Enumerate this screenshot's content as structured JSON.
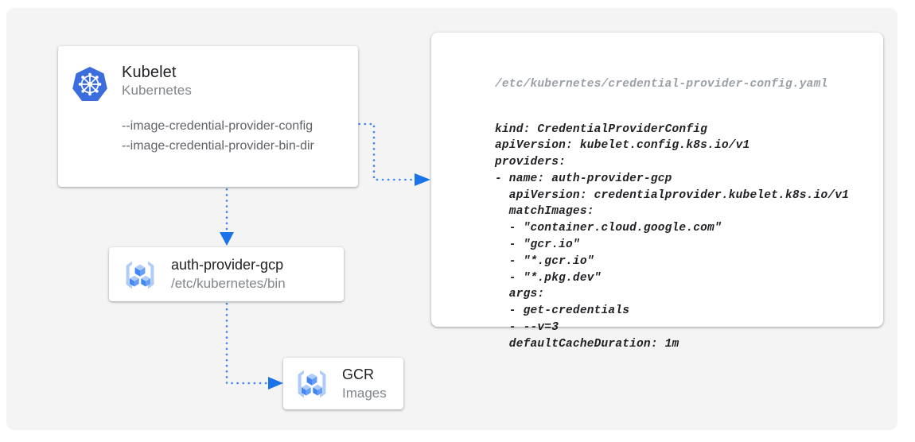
{
  "diagram": {
    "title": "Kubelet credential provider flow",
    "accent_color": "#4285f4",
    "canvas_color": "#f4f4f4",
    "arrow_color": "#1a73e8"
  },
  "nodes": {
    "kubelet": {
      "icon": "kubernetes-logo-icon",
      "title": "Kubelet",
      "subtitle": "Kubernetes",
      "flags": [
        "--image-credential-provider-config",
        "--image-credential-provider-bin-dir"
      ]
    },
    "auth_provider": {
      "icon": "container-registry-icon",
      "title": "auth-provider-gcp",
      "subtitle": "/etc/kubernetes/bin"
    },
    "gcr": {
      "icon": "container-registry-icon",
      "title": "GCR",
      "subtitle": "Images"
    },
    "yaml": {
      "path": "/etc/kubernetes/credential-provider-config.yaml",
      "content": "kind: CredentialProviderConfig\napiVersion: kubelet.config.k8s.io/v1\nproviders:\n- name: auth-provider-gcp\n  apiVersion: credentialprovider.kubelet.k8s.io/v1\n  matchImages:\n  - \"container.cloud.google.com\"\n  - \"gcr.io\"\n  - \"*.gcr.io\"\n  - \"*.pkg.dev\"\n  args:\n  - get-credentials\n  - --v=3\n  defaultCacheDuration: 1m"
    }
  },
  "connectors": [
    {
      "name": "kubelet-config-to-yaml",
      "style": "dotted",
      "arrow": "right"
    },
    {
      "name": "kubelet-to-auth-provider",
      "style": "dotted",
      "arrow": "down"
    },
    {
      "name": "auth-provider-to-gcr",
      "style": "dotted",
      "arrow": "right"
    }
  ]
}
